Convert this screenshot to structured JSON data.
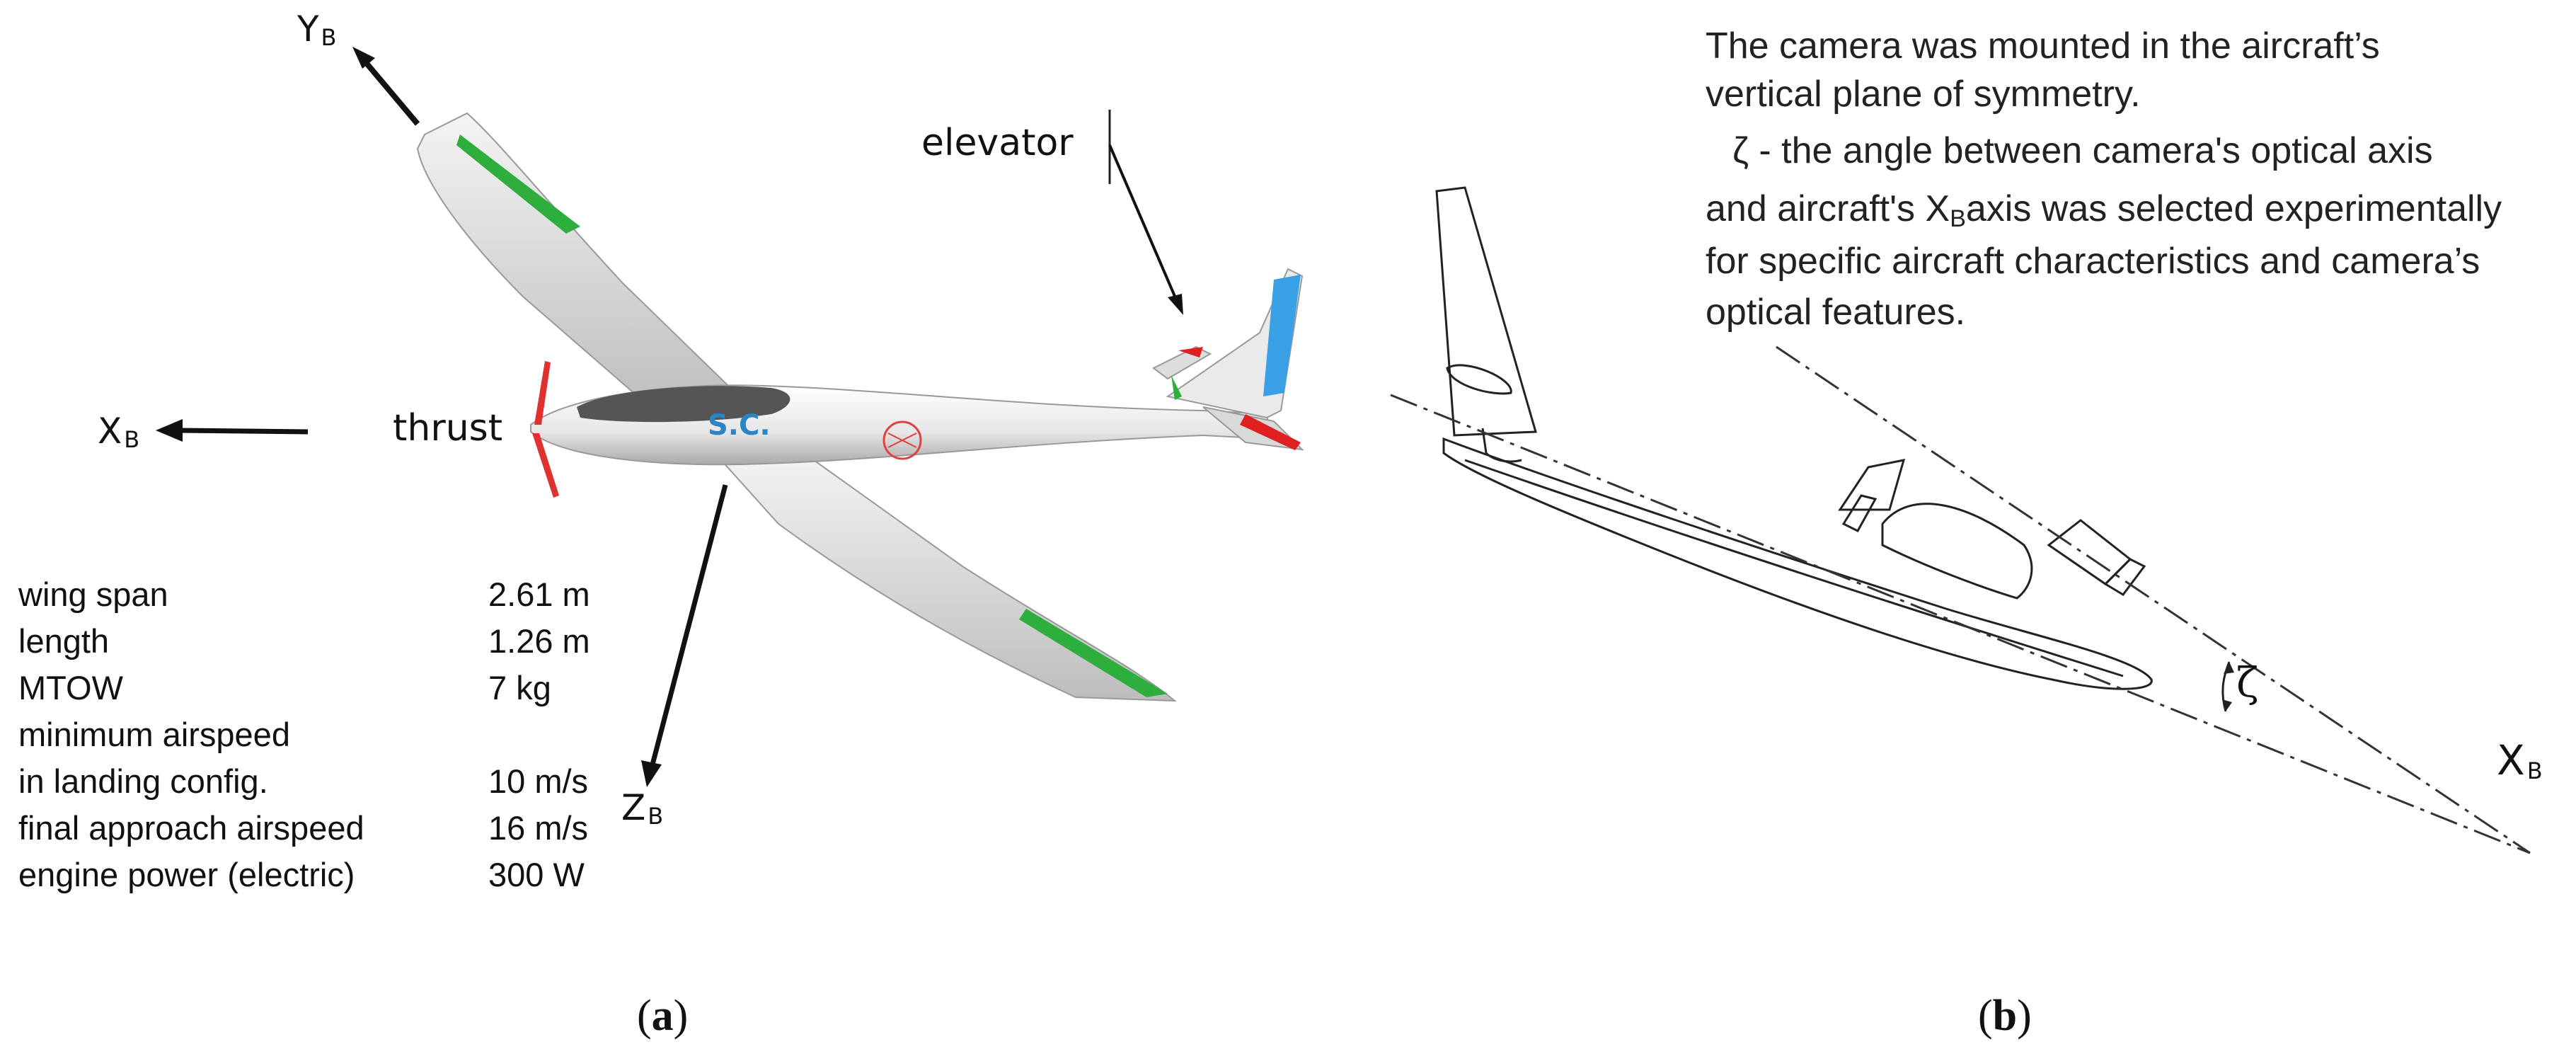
{
  "panel_a": {
    "axes": {
      "yb": {
        "main": "Y",
        "sub": "B"
      },
      "xb": {
        "main": "X",
        "sub": "B"
      },
      "zb": {
        "main": "Z",
        "sub": "B"
      }
    },
    "labels": {
      "elevator": "elevator",
      "thrust": "thrust",
      "fuselage_mark": "S.C."
    },
    "specs": [
      {
        "name": "wing span",
        "value": "2.61 m"
      },
      {
        "name": "length",
        "value": "1.26 m"
      },
      {
        "name": "MTOW",
        "value": "7 kg"
      },
      {
        "name": "minimum airspeed",
        "value": ""
      },
      {
        "name": "in landing config.",
        "value": "10 m/s"
      },
      {
        "name": "final approach airspeed",
        "value": "16 m/s"
      },
      {
        "name": "engine power (electric)",
        "value": "300 W"
      }
    ],
    "caption": {
      "open": "(",
      "letter": "a",
      "close": ")"
    },
    "colors": {
      "wingtip": "#2eae3c",
      "rudder": "#3aa0e6",
      "elevator_edge": "#e02020",
      "fuselage_mark": "#2b84c6"
    }
  },
  "panel_b": {
    "note": {
      "line1": "The camera was mounted in the aircraft’s",
      "line2": "vertical plane of symmetry.",
      "line3": "ζ  - the angle between camera's optical axis",
      "line4_pre": "and  aircraft's X",
      "line4_sub": "B",
      "line4_post": "axis was selected experimentally",
      "line5": "for specific aircraft characteristics and camera’s",
      "line6": "optical features."
    },
    "axis": {
      "main": "X",
      "sub": "B"
    },
    "angle_symbol": "ζ",
    "caption": {
      "open": "(",
      "letter": "b",
      "close": ")"
    }
  }
}
